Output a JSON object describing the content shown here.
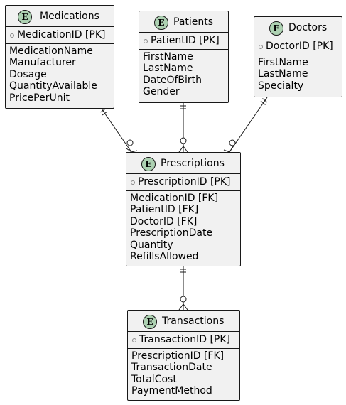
{
  "entity_icon_glyph": "E",
  "colors": {
    "entity_fill": "#f1f1f1",
    "icon_fill": "#add1b2",
    "line": "#181818"
  },
  "entities": {
    "medications": {
      "name": "Medications",
      "pk": "MedicationID [PK]",
      "attributes": [
        "MedicationName",
        "Manufacturer",
        "Dosage",
        "QuantityAvailable",
        "PricePerUnit"
      ]
    },
    "patients": {
      "name": "Patients",
      "pk": "PatientID [PK]",
      "attributes": [
        "FirstName",
        "LastName",
        "DateOfBirth",
        "Gender"
      ]
    },
    "doctors": {
      "name": "Doctors",
      "pk": "DoctorID [PK]",
      "attributes": [
        "FirstName",
        "LastName",
        "Specialty"
      ]
    },
    "prescriptions": {
      "name": "Prescriptions",
      "pk": "PrescriptionID [PK]",
      "attributes": [
        "MedicationID [FK]",
        "PatientID [FK]",
        "DoctorID [FK]",
        "PrescriptionDate",
        "Quantity",
        "RefillsAllowed"
      ]
    },
    "transactions": {
      "name": "Transactions",
      "pk": "TransactionID [PK]",
      "attributes": [
        "PrescriptionID [FK]",
        "TransactionDate",
        "TotalCost",
        "PaymentMethod"
      ]
    }
  },
  "relationships": [
    {
      "from": "Medications",
      "to": "Prescriptions",
      "from_cardinality": "exactly-one",
      "to_cardinality": "zero-or-many"
    },
    {
      "from": "Patients",
      "to": "Prescriptions",
      "from_cardinality": "exactly-one",
      "to_cardinality": "zero-or-many"
    },
    {
      "from": "Doctors",
      "to": "Prescriptions",
      "from_cardinality": "exactly-one",
      "to_cardinality": "zero-or-many"
    },
    {
      "from": "Prescriptions",
      "to": "Transactions",
      "from_cardinality": "exactly-one",
      "to_cardinality": "zero-or-many"
    }
  ]
}
